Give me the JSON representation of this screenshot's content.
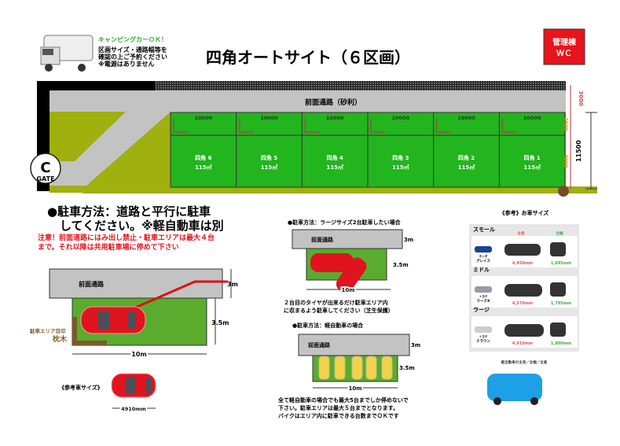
{
  "header": {
    "camper_ok": "キャンピングカーＯＫ！",
    "notice_lines": [
      "区画サイズ・通路幅等を",
      "確認の上ご予約ください",
      "※電源はありません"
    ],
    "title": "四角オートサイト（６区画）",
    "wc_box": {
      "line1": "管理棟",
      "line2": "ＷＣ"
    }
  },
  "site_map": {
    "road_label": "前面通路（砂利）",
    "gate": {
      "letter": "C",
      "label": "GATE"
    },
    "lots": [
      {
        "name": "四角 6",
        "area": "115㎡",
        "width": "10000"
      },
      {
        "name": "四角 5",
        "area": "115㎡",
        "width": "10000"
      },
      {
        "name": "四角 4",
        "area": "115㎡",
        "width": "10000"
      },
      {
        "name": "四角 3",
        "area": "115㎡",
        "width": "10000"
      },
      {
        "name": "四角 2",
        "area": "115㎡",
        "width": "10000"
      },
      {
        "name": "四角 1",
        "area": "115㎡",
        "width": "10000"
      }
    ],
    "dims": {
      "road": "3000",
      "front": "2500",
      "depth": "9000",
      "total": "11500"
    }
  },
  "parking_rule": {
    "heading_line1": "●駐車方法：道路と平行に駐車",
    "heading_line2": "してください。※軽自動車は別",
    "warning_line1": "注意！前面道路にはみ出し禁止・駐車エリアは最大４台",
    "warning_line2": "まで。それ以降は共用駐車場に停めて下さい"
  },
  "diagram_main": {
    "road": "前面通路",
    "road_width": "3m",
    "area_depth": "3.5m",
    "area_length": "10m",
    "marker_label": "駐車エリア目印",
    "marker_name": "枕木",
    "ref_car_label": "《参考車サイズ》",
    "ref_car_length": "4910mm"
  },
  "diagram_large": {
    "heading": "●駐車方法：ラージサイズ2台駐車したい場合",
    "road": "前面通路",
    "road_width": "3m",
    "area_depth": "3.5m",
    "area_length": "10m",
    "note_line1": "２台目のタイヤが出来るだけ駐車エリア内",
    "note_line2": "に収まるよう駐車してください（芝生保護）"
  },
  "diagram_kei": {
    "heading": "●駐車方法：軽自動車の場合",
    "road": "前面通路",
    "road_width": "3m",
    "area_depth": "3.5m",
    "area_length": "10m",
    "note_lines": [
      "全て軽自動車の場合でも最大5台までしか停めないで",
      "下さい。駐車エリアは最大５台までとなります。",
      "バイクはエリア内に駐車できる台数までＯＫです"
    ]
  },
  "car_sizes": {
    "title": "《参考》お車サイズ",
    "length_label": "全長",
    "width_label": "全幅",
    "rows": [
      {
        "class": "スモール",
        "model": "グレイス",
        "maker": "ホンダ",
        "length": "4,450mm",
        "width": "1,695mm"
      },
      {
        "class": "ミドル",
        "model": "マークX",
        "maker": "トヨタ",
        "length": "4,570mm",
        "width": "1,795mm"
      },
      {
        "class": "ラージ",
        "model": "クラウン",
        "maker": "トヨタ",
        "length": "4,910mm",
        "width": "1,800mm"
      }
    ],
    "kei_caption": "軽自動車の全長／全幅／全高"
  },
  "colors": {
    "lot_green": "#22b51e",
    "ground_olive": "#9fb00f",
    "road_gray": "#c3c3c3",
    "wc_red": "#e8141b",
    "car_red": "#e0141e"
  }
}
